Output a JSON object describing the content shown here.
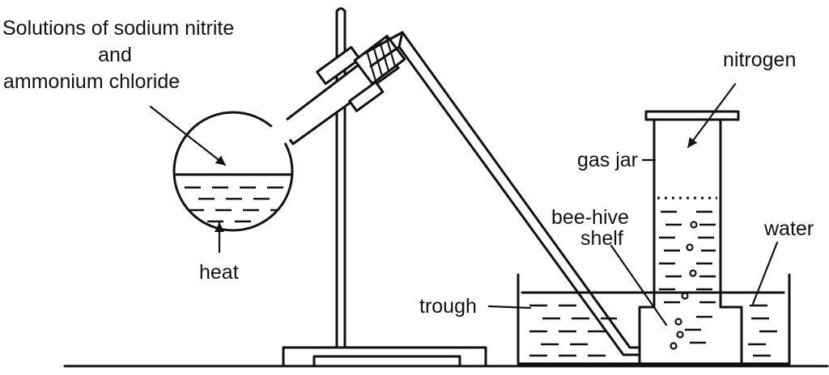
{
  "labels": {
    "reactants_line1": "Solutions of sodium nitrite",
    "reactants_line2": "and",
    "reactants_line3": "ammonium chloride",
    "heat": "heat",
    "nitrogen": "nitrogen",
    "gas_jar": "gas jar",
    "beehive_line1": "bee-hive",
    "beehive_line2": "shelf",
    "water": "water",
    "trough": "trough"
  }
}
